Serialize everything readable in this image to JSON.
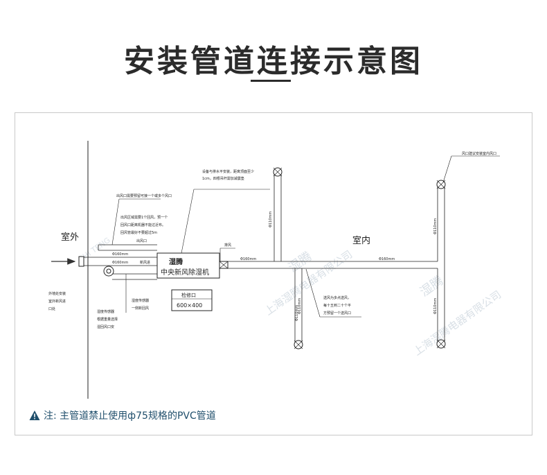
{
  "header": {
    "title": "安装管道连接示意图"
  },
  "diagram": {
    "label_outdoor": "室外",
    "label_indoor": "室内",
    "unit_brand": "湿腾",
    "unit_name": "中央新风除湿机",
    "access_label": "检修口",
    "access_size": "600×400",
    "exhaust_label": "排风",
    "port_label": "出风口",
    "ann_top": [
      "设备与排水平安装，距离顶面至少",
      "1cm，四根吊杆需加减震垫"
    ],
    "ann_mid": [
      "出风口需要预留可接一个或多个风口"
    ],
    "ann_inner": [
      "出风区域需要1个回风，预一个",
      "回风口距离机器不能过近布。",
      "回风管最好不要超过5m"
    ],
    "ann_right_top": [
      "风口建议安装室内风口"
    ],
    "ann_right_mid": [
      "送风为多点送风，",
      "每十五到二十个平",
      "方预留一个送风口"
    ],
    "ann_bottom_mid": [
      "湿度传感器",
      "一侧新回风"
    ],
    "ann_bottom_left": [
      "外墙处安装",
      "室外新风进",
      "口处"
    ],
    "ann_bottom_left2": [
      "湿度传感器",
      "根据重量选择",
      "湿回风口安"
    ],
    "pipe_labels": [
      "Φ160mm",
      "Φ160mm",
      "Φ160mm",
      "Φ160mm",
      "Φ110mm",
      "Φ110mm",
      "Φ110mm",
      "Φ110mm",
      "Φ110mm"
    ],
    "duct_label": "新风进"
  },
  "watermark": {
    "brand": "湿腾",
    "roman": "SHI TENG",
    "company": "上海湿腾电器有限公司"
  },
  "note": {
    "text": "注: 主管道禁止使用ф75规格的PVC管道",
    "color": "#1f4e6b"
  }
}
